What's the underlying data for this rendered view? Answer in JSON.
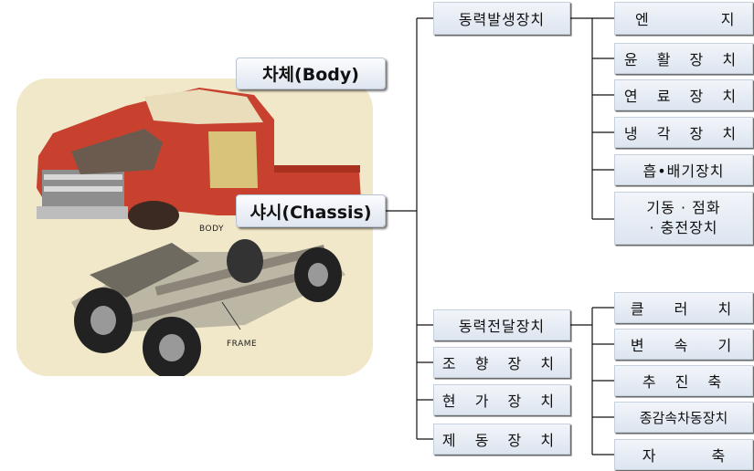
{
  "labels": {
    "body": "차체(Body)",
    "chassis": "샤시(Chassis)",
    "photo_body": "BODY",
    "photo_frame": "FRAME"
  },
  "groups": {
    "power_generation": {
      "title": "동력발생장치",
      "items": [
        "엔 지",
        "윤 활 장 치",
        "연 료 장 치",
        "냉 각 장 치",
        "흡•배기장치",
        "기동 · 점화",
        "· 충전장치"
      ]
    },
    "power_transmission": {
      "title": "동력전달장치",
      "items": [
        "클 러 치",
        "변 속 기",
        "추 진 축",
        "종감속차동장치",
        "자 축"
      ]
    },
    "steering": "조 향 장 치",
    "suspension": "현 가 장 치",
    "braking": "제 동 장 치"
  }
}
